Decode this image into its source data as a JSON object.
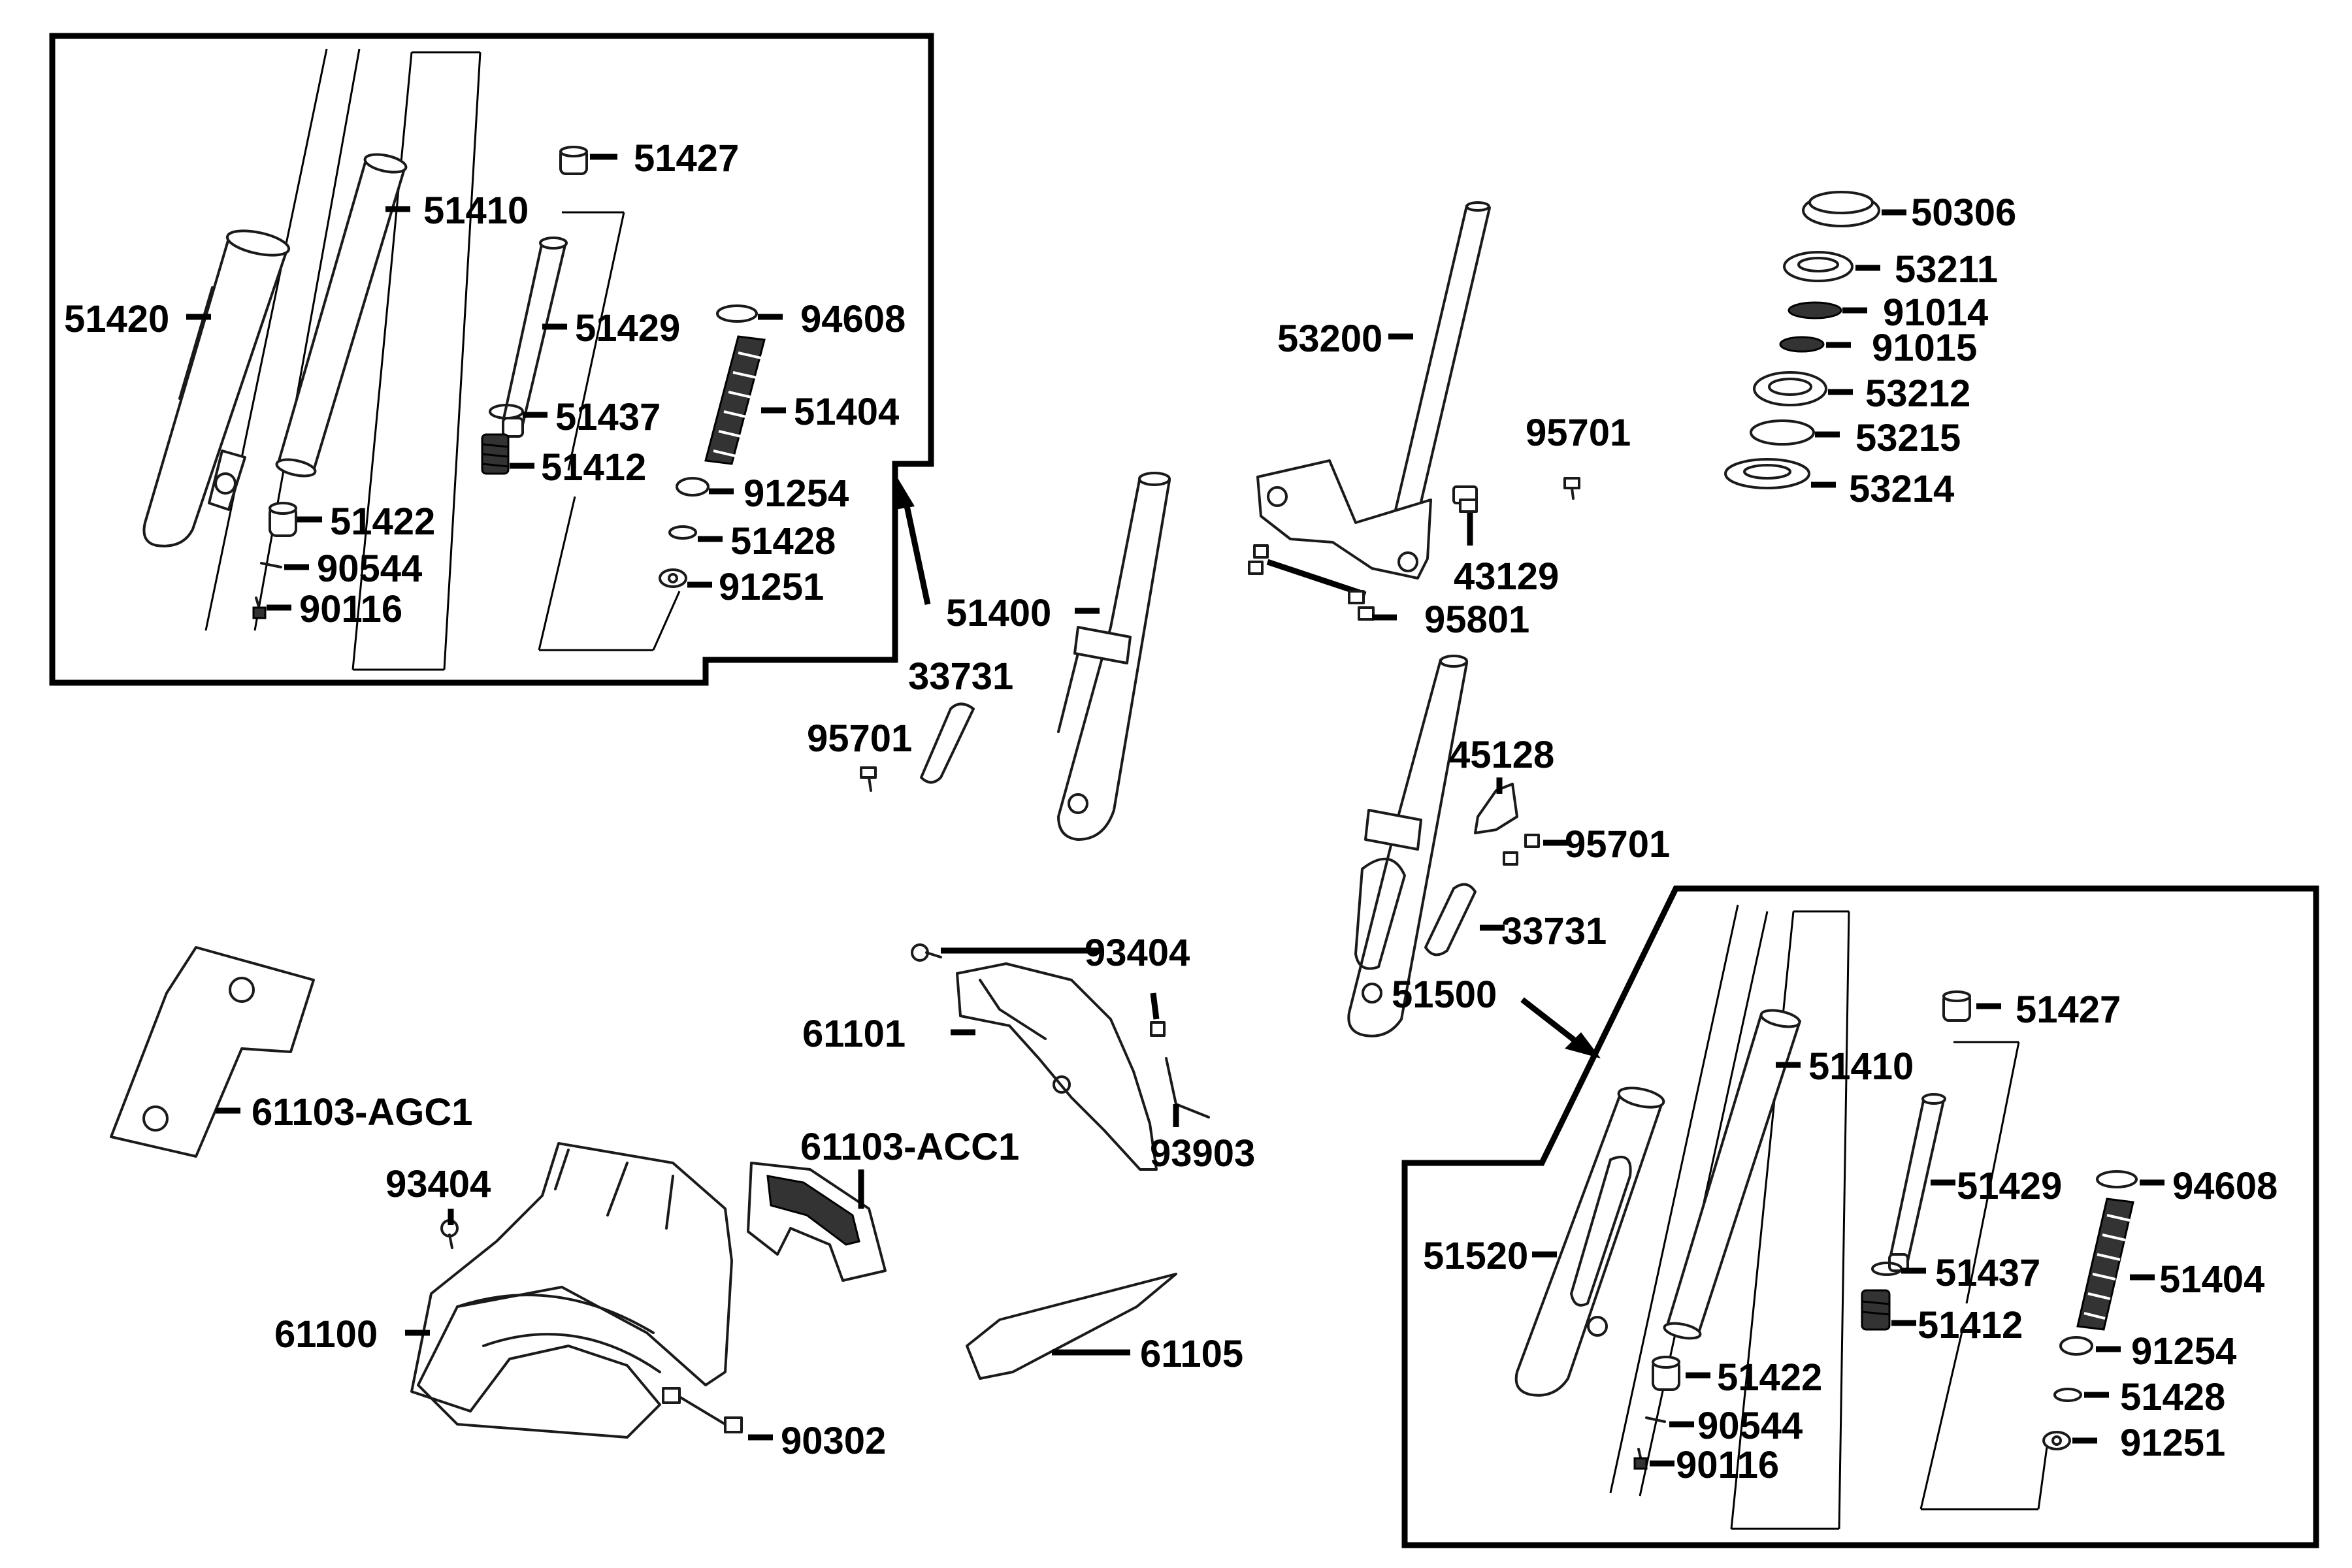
{
  "labels": {
    "l51427a": "51427",
    "l51410a": "51410",
    "l51420": "51420",
    "l51429a": "51429",
    "l94608a": "94608",
    "l51437a": "51437",
    "l51404a": "51404",
    "l51412a": "51412",
    "l91254a": "91254",
    "l51422a": "51422",
    "l51428a": "51428",
    "l90544a": "90544",
    "l91251a": "91251",
    "l90116a": "90116",
    "l51400": "51400",
    "l33731a": "33731",
    "l95701a": "95701",
    "l53200": "53200",
    "l95701b": "95701",
    "l43129": "43129",
    "l95801": "95801",
    "l50306": "50306",
    "l53211": "53211",
    "l91014": "91014",
    "l91015": "91015",
    "l53212": "53212",
    "l53215": "53215",
    "l53214": "53214",
    "l45128": "45128",
    "l95701c": "95701",
    "l33731b": "33731",
    "l51500": "51500",
    "l93404a": "93404",
    "l61101": "61101",
    "l61103agc1": "61103-AGC1",
    "l93903": "93903",
    "l61103acc1": "61103-ACC1",
    "l93404b": "93404",
    "l61100": "61100",
    "l61105": "61105",
    "l90302": "90302",
    "l51427b": "51427",
    "l51410b": "51410",
    "l51429b": "51429",
    "l94608b": "94608",
    "l51520": "51520",
    "l51437b": "51437",
    "l51404b": "51404",
    "l51412b": "51412",
    "l91254b": "91254",
    "l51422b": "51422",
    "l51428b": "51428",
    "l90544b": "90544",
    "l91251b": "91251",
    "l90116b": "90116"
  }
}
